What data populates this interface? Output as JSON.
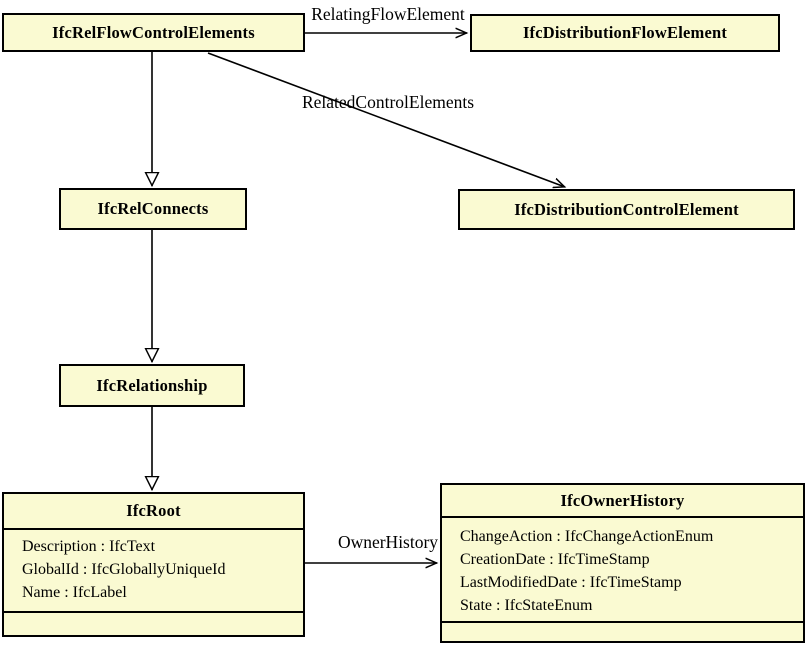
{
  "diagram": {
    "type": "uml-class-diagram",
    "colors": {
      "node_fill": "#FAFAD2",
      "node_border": "#000000",
      "edge": "#000000",
      "background": "#FFFFFF"
    },
    "nodes": [
      {
        "title": "IfcRelFlowControlElements"
      },
      {
        "title": "IfcDistributionFlowElement"
      },
      {
        "title": "IfcRelConnects"
      },
      {
        "title": "IfcDistributionControlElement"
      },
      {
        "title": "IfcRelationship"
      },
      {
        "title": "IfcRoot",
        "attributes": [
          "Description : IfcText",
          "GlobalId : IfcGloballyUniqueId",
          "Name : IfcLabel"
        ]
      },
      {
        "title": "IfcOwnerHistory",
        "attributes": [
          "ChangeAction : IfcChangeActionEnum",
          "CreationDate : IfcTimeStamp",
          "LastModifiedDate : IfcTimeStamp",
          "State : IfcStateEnum"
        ]
      }
    ],
    "edges": [
      {
        "label": "RelatingFlowElement",
        "from": "IfcRelFlowControlElements",
        "to": "IfcDistributionFlowElement",
        "type": "association"
      },
      {
        "label": "RelatedControlElements",
        "from": "IfcRelFlowControlElements",
        "to": "IfcDistributionControlElement",
        "type": "association"
      },
      {
        "label": "",
        "from": "IfcRelFlowControlElements",
        "to": "IfcRelConnects",
        "type": "inheritance"
      },
      {
        "label": "",
        "from": "IfcRelConnects",
        "to": "IfcRelationship",
        "type": "inheritance"
      },
      {
        "label": "",
        "from": "IfcRelationship",
        "to": "IfcRoot",
        "type": "inheritance"
      },
      {
        "label": "OwnerHistory",
        "from": "IfcRoot",
        "to": "IfcOwnerHistory",
        "type": "association"
      }
    ]
  }
}
